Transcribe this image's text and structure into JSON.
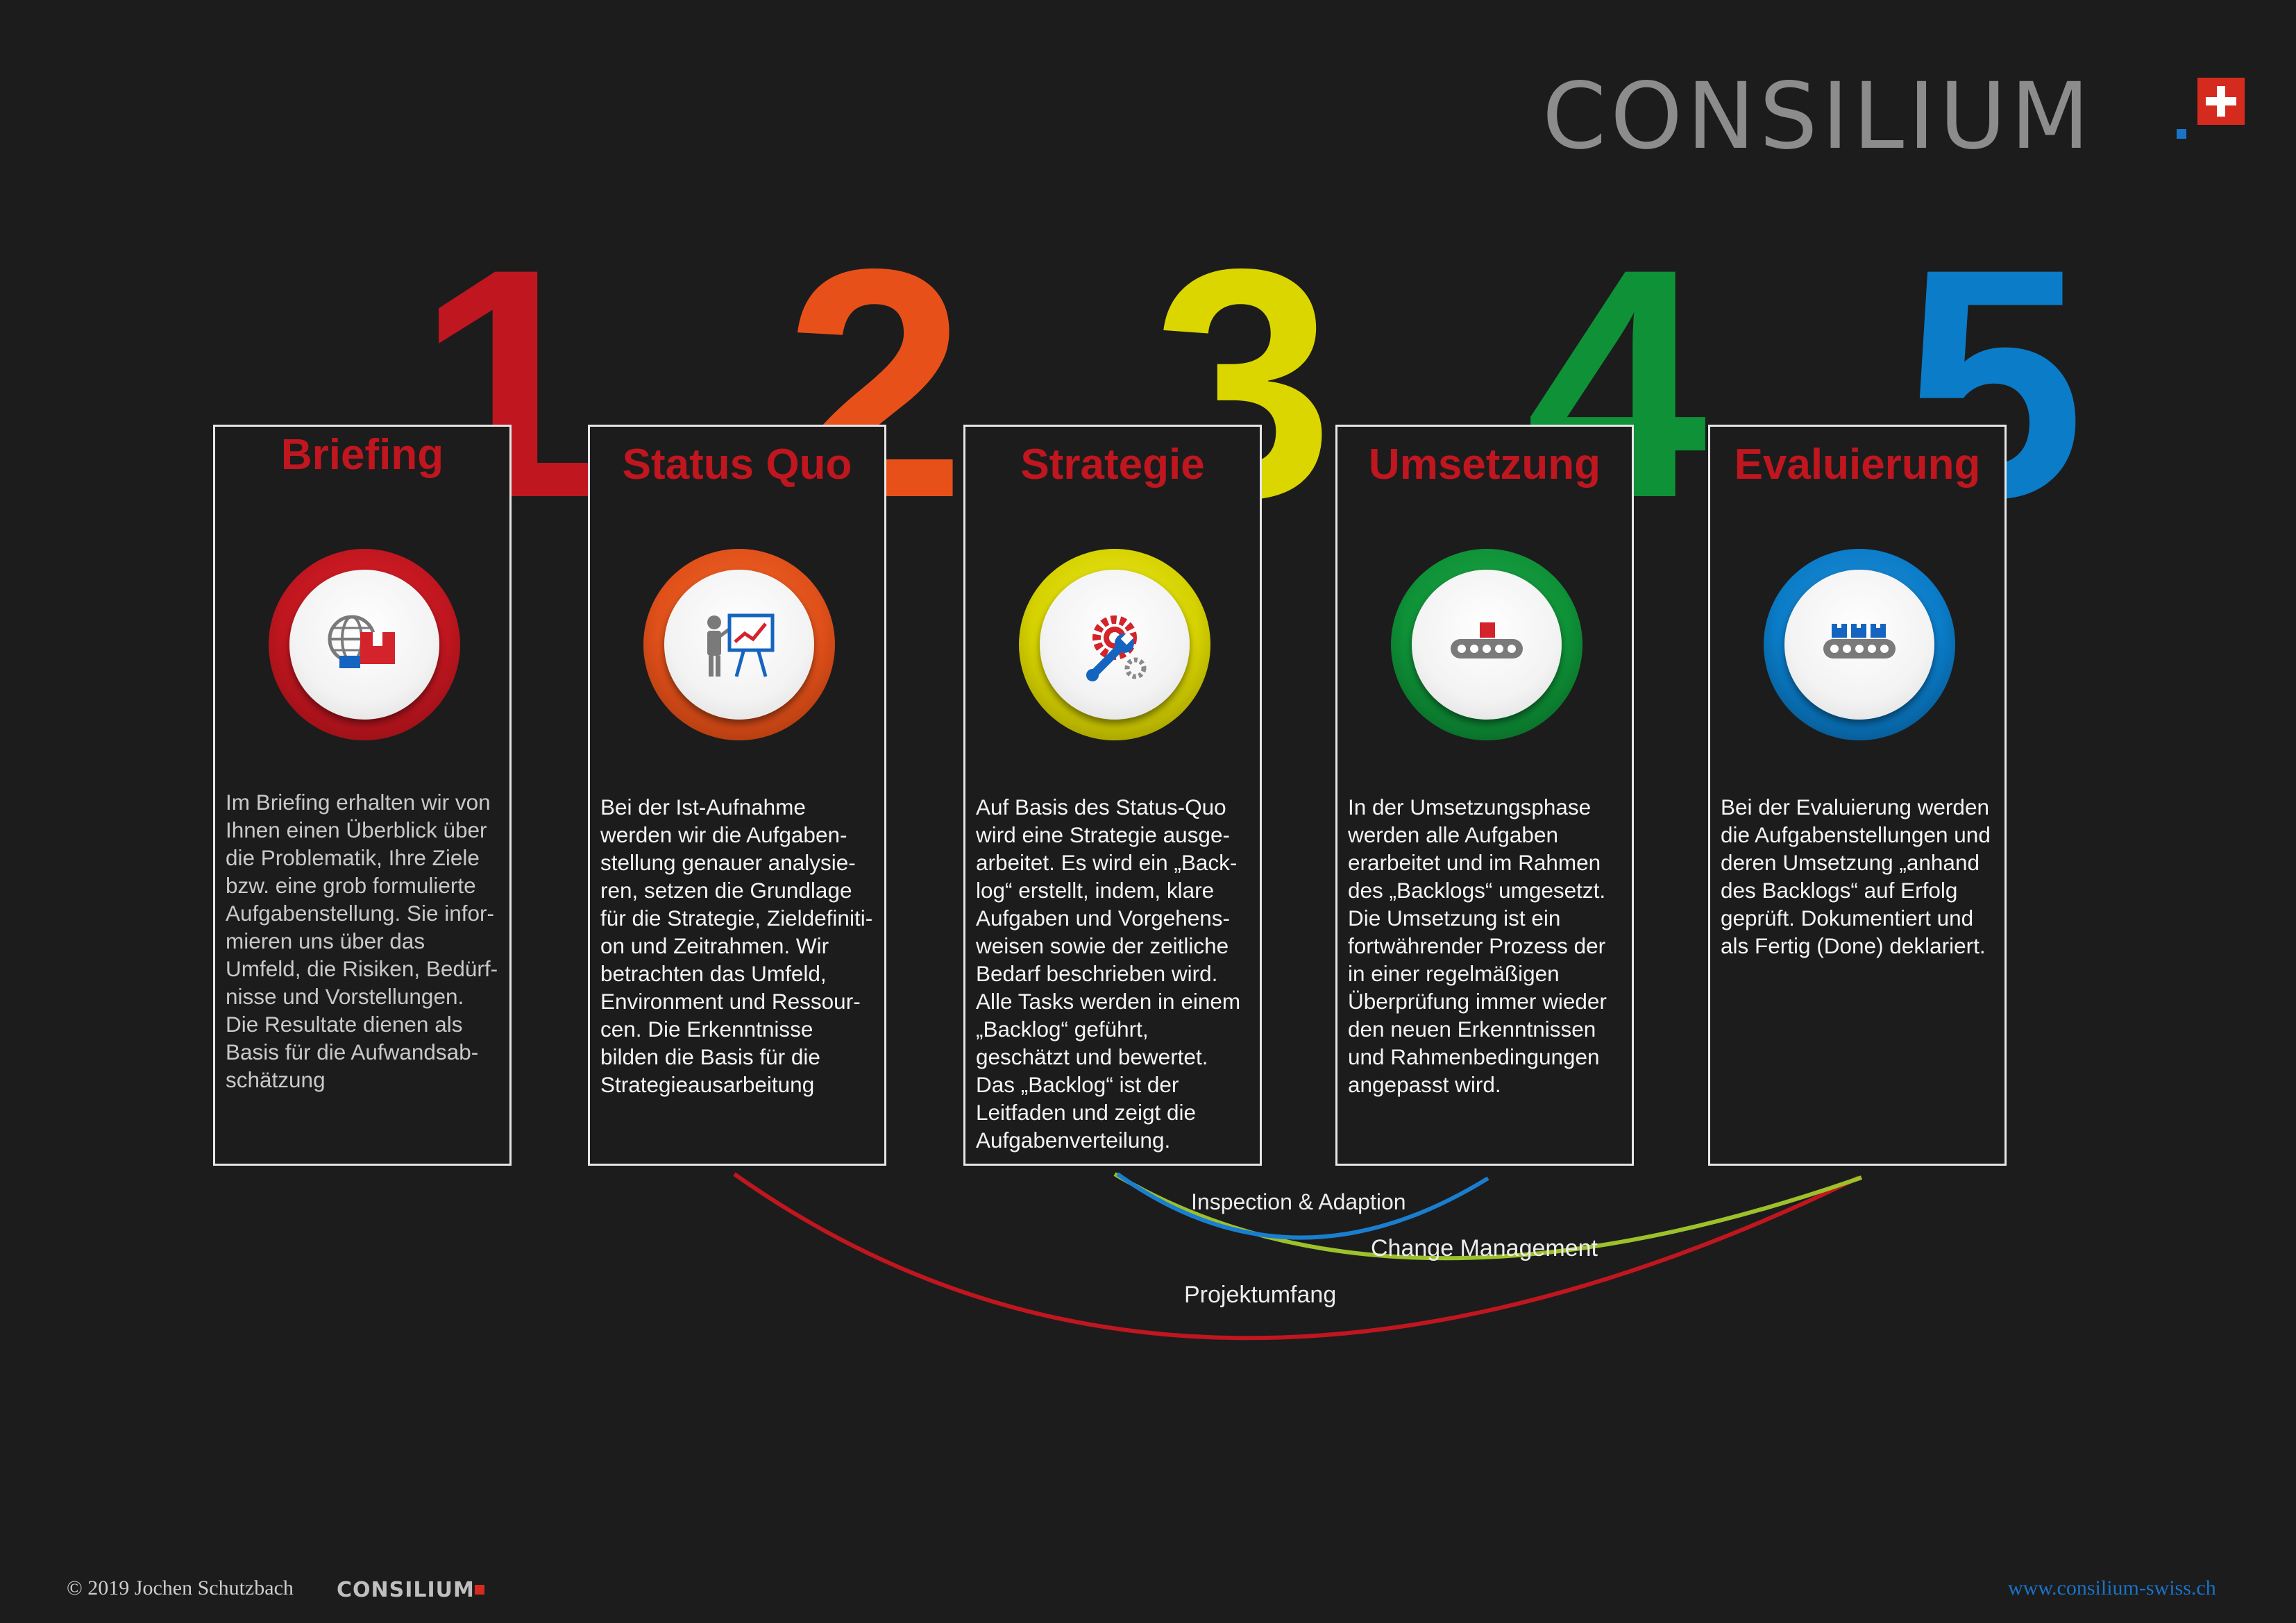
{
  "brand": {
    "logo_text": "CONSILIUM",
    "flag_color": "#d52b1e",
    "dot_color": "#1a73c9"
  },
  "steps": [
    {
      "number": "1",
      "title": "Briefing",
      "color": "#c0161f",
      "icon": "globe-box-icon",
      "text": "Im Briefing erhalten wir von\nIhnen einen Überblick über\ndie Problematik, Ihre Ziele\nbzw. eine grob formulierte\nAufgabenstellung. Sie infor-\nmieren uns über das\nUmfeld, die Risiken, Bedürf-\nnisse und Vorstellungen.\nDie Resultate dienen als\nBasis für die Aufwandsab-\nschätzung"
    },
    {
      "number": "2",
      "title": "Status Quo",
      "color": "#e8501a",
      "icon": "presentation-icon",
      "text": "Bei der Ist-Aufnahme\nwerden wir die Aufgaben-\nstellung genauer analysie-\nren, setzen die Grundlage\nfür die Strategie, Zieldefiniti-\non und Zeitrahmen. Wir\nbetrachten das Umfeld,\nEnvironment und Ressour-\ncen. Die Erkenntnisse\nbilden die Basis für die\nStrategieausarbeitung"
    },
    {
      "number": "3",
      "title": "Strategie",
      "color": "#dbd600",
      "icon": "gear-wrench-icon",
      "text": "Auf Basis des Status-Quo\nwird eine Strategie ausge-\narbeitet. Es wird ein „Back-\nlog“ erstellt, indem, klare\nAufgaben und Vorgehens-\nweisen sowie der zeitliche\nBedarf beschrieben wird.\nAlle Tasks werden in einem\n„Backlog“ geführt,\ngeschätzt und bewertet.\nDas „Backlog“ ist der\nLeitfaden und zeigt die\nAufgabenverteilung."
    },
    {
      "number": "4",
      "title": "Umsetzung",
      "color": "#0e9137",
      "icon": "conveyor-single-icon",
      "text": "In der Umsetzungsphase\nwerden alle Aufgaben\nerarbeitet und im Rahmen\ndes „Backlogs“ umgesetzt.\nDie Umsetzung ist ein\nfortwährender Prozess der\nin einer  regelmäßigen\nÜberprüfung immer wieder\nden neuen Erkenntnissen\nund Rahmenbedingungen\nangepasst wird."
    },
    {
      "number": "5",
      "title": "Evaluierung",
      "color": "#0a7cc8",
      "icon": "conveyor-boxes-icon",
      "text": "Bei der Evaluierung werden\ndie Aufgabenstellungen und\nderen Umsetzung „anhand\ndes Backlogs“ auf Erfolg\ngeprüft. Dokumentiert und\nals Fertig (Done) deklariert."
    }
  ],
  "arcs": [
    {
      "label": "Inspection & Adaption",
      "color": "#1a7ed0"
    },
    {
      "label": "Change Management",
      "color": "#9cc12b"
    },
    {
      "label": "Projektumfang",
      "color": "#c0161f"
    }
  ],
  "footer": {
    "copyright": "© 2019 Jochen Schutzbach",
    "logo_text": "CONSILIUM",
    "website": "www.consilium-swiss.ch"
  }
}
